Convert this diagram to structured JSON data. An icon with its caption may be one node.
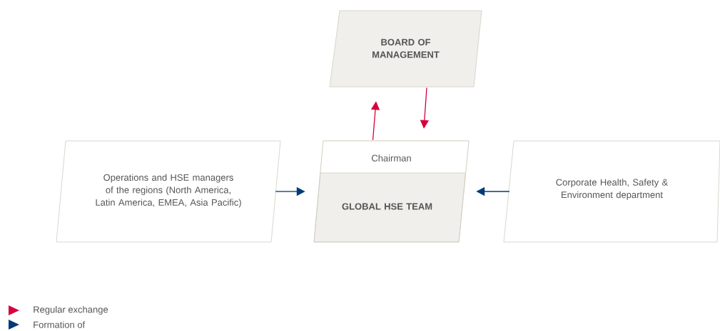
{
  "diagram": {
    "nodes": [
      {
        "text": [
          "BOARD OF MANAGEMENT"
        ]
      },
      {
        "text": [
          "Operations and HSE managers of the regions (North America, Latin America, EMEA, Asia Pacific)"
        ]
      },
      {
        "text": [
          "Chairman",
          "GLOBAL HSE TEAM"
        ]
      },
      {
        "text": [
          "Corporate Health, Safety & Environment department"
        ]
      }
    ],
    "edges": [
      {
        "from": 2,
        "to": 0,
        "arrow": "to",
        "color": "#d7003c"
      },
      {
        "from": 0,
        "to": 2,
        "arrow": "to",
        "color": "#d7003c"
      },
      {
        "from": 1,
        "to": 2,
        "arrow": "to",
        "color": "#003a78"
      },
      {
        "from": 3,
        "to": 2,
        "arrow": "to",
        "color": "#003a78"
      }
    ],
    "legend": [
      {
        "text": "Regular exchange",
        "color": "#d7003c"
      },
      {
        "text": "Formation of",
        "color": "#003a78"
      }
    ]
  }
}
